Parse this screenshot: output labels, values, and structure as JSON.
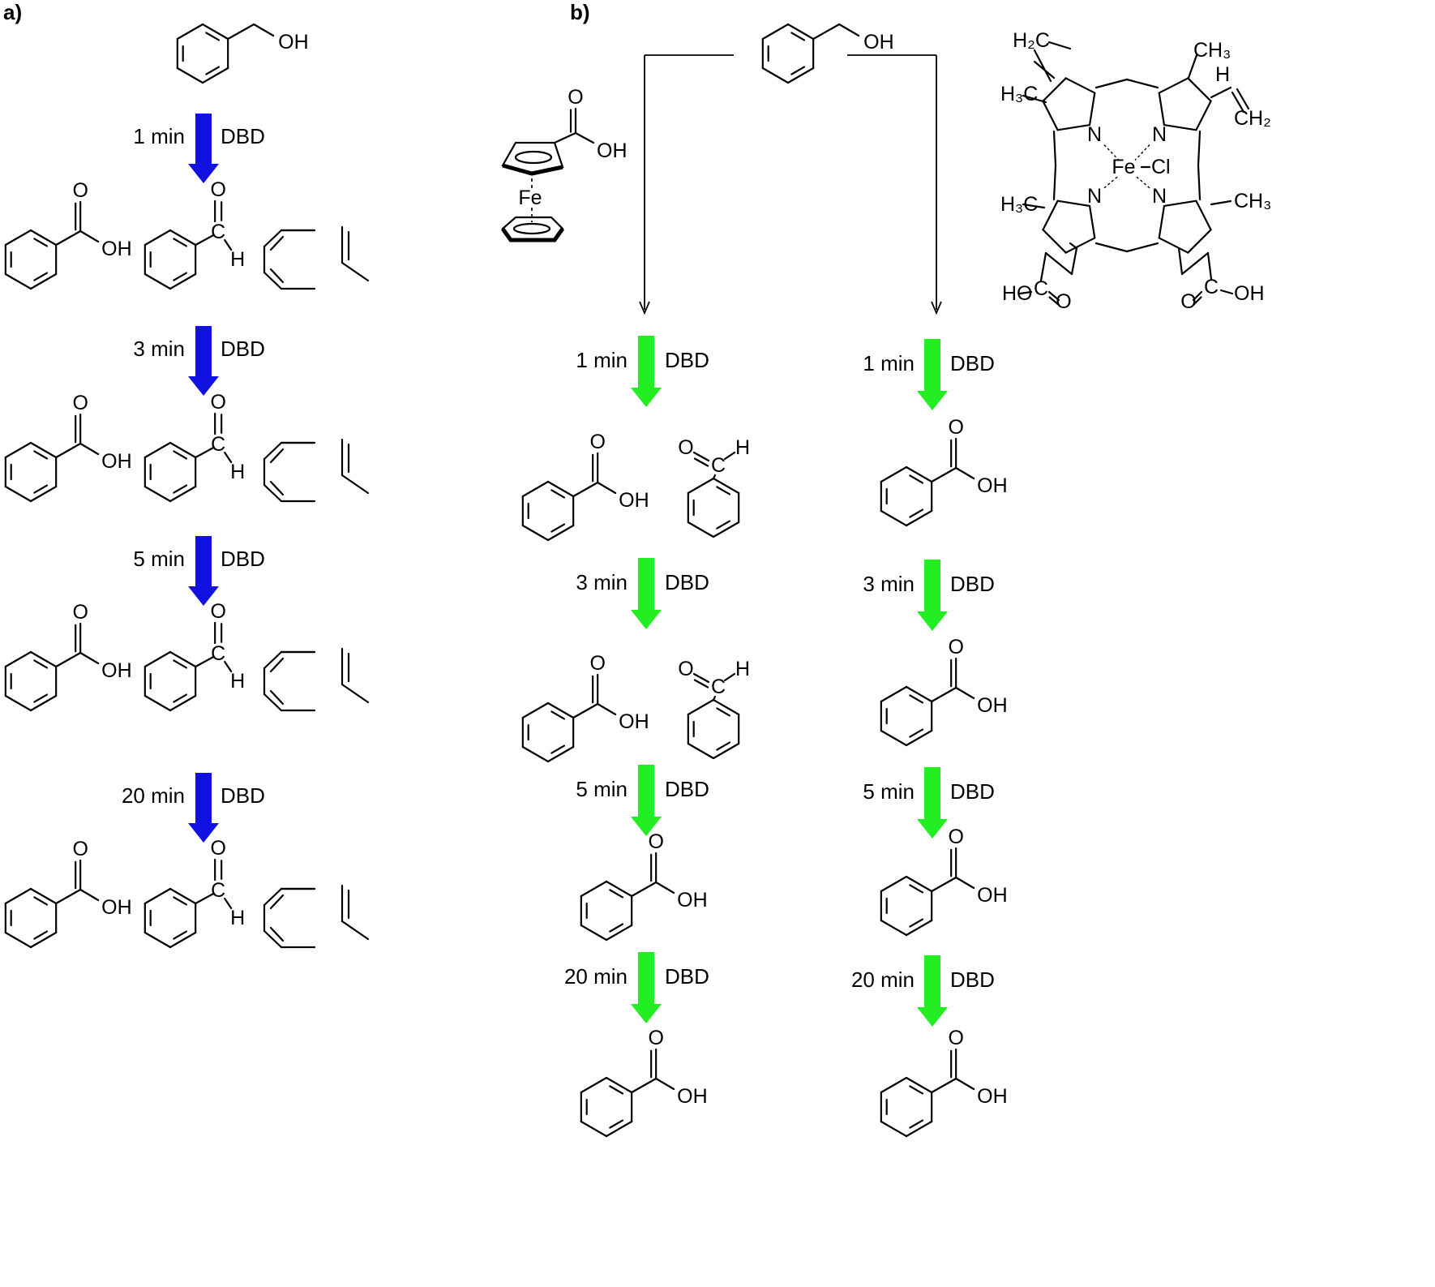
{
  "panels": {
    "a": "a)",
    "b": "b)"
  },
  "atoms": {
    "OH": "OH",
    "O": "O",
    "H": "H",
    "C": "C",
    "N": "N",
    "Fe": "Fe",
    "Cl": "Cl",
    "H3C": "H₃C",
    "CH3": "CH₃",
    "H2C": "H₂C",
    "CH2": "CH₂",
    "HO": "HO"
  },
  "colors": {
    "panel_a_arrow": "#1010e0",
    "panel_b_arrow": "#22ee22"
  },
  "panel_a": {
    "start": "benzyl alcohol",
    "steps": [
      {
        "time": "1 min",
        "method": "DBD",
        "products": [
          "benzoic acid",
          "benzaldehyde",
          "cyclohexadiene",
          "alkene"
        ]
      },
      {
        "time": "3 min",
        "method": "DBD",
        "products": [
          "benzoic acid",
          "benzaldehyde",
          "cyclohexadiene",
          "alkene"
        ]
      },
      {
        "time": "5 min",
        "method": "DBD",
        "products": [
          "benzoic acid",
          "benzaldehyde",
          "cyclohexadiene",
          "alkene"
        ]
      },
      {
        "time": "20 min",
        "method": "DBD",
        "products": [
          "benzoic acid",
          "benzaldehyde",
          "cyclohexadiene",
          "alkene"
        ]
      }
    ]
  },
  "panel_b": {
    "start": "benzyl alcohol",
    "catalysts": [
      "ferrocenecarboxylic acid",
      "hemin"
    ],
    "left_branch": [
      {
        "time": "1 min",
        "method": "DBD",
        "products": [
          "benzoic acid",
          "benzaldehyde"
        ]
      },
      {
        "time": "3 min",
        "method": "DBD",
        "products": [
          "benzoic acid",
          "benzaldehyde"
        ]
      },
      {
        "time": "5 min",
        "method": "DBD",
        "products": [
          "benzoic acid"
        ]
      },
      {
        "time": "20 min",
        "method": "DBD",
        "products": [
          "benzoic acid"
        ]
      }
    ],
    "right_branch": [
      {
        "time": "1 min",
        "method": "DBD",
        "products": [
          "benzoic acid"
        ]
      },
      {
        "time": "3 min",
        "method": "DBD",
        "products": [
          "benzoic acid"
        ]
      },
      {
        "time": "5 min",
        "method": "DBD",
        "products": [
          "benzoic acid"
        ]
      },
      {
        "time": "20 min",
        "method": "DBD",
        "products": [
          "benzoic acid"
        ]
      }
    ]
  }
}
